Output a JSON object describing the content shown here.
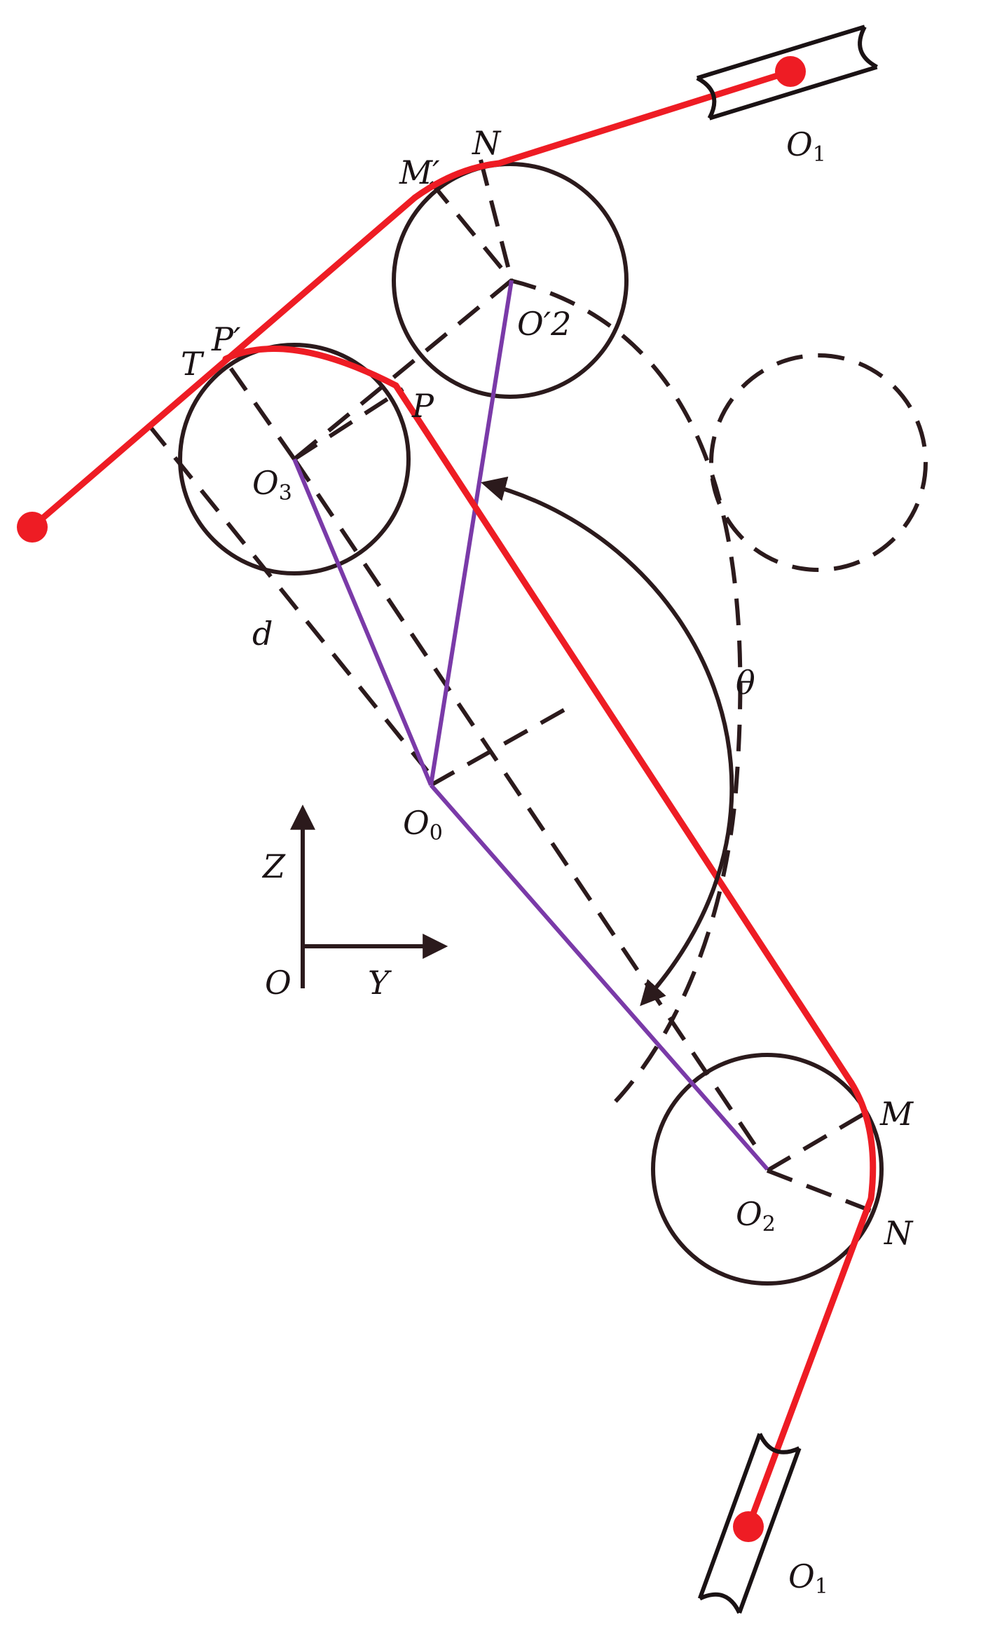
{
  "colors": {
    "ink": "#2b1a1c",
    "cable_red": "#ee1c24",
    "link_purple": "#7a3aa8",
    "background": "#ffffff"
  },
  "labels": {
    "O1_top": {
      "base": "O",
      "sub": "1"
    },
    "O1_bottom": {
      "base": "O",
      "sub": "1"
    },
    "N_top": {
      "base": "N",
      "sub": ""
    },
    "M_prime": {
      "base": "M′",
      "sub": ""
    },
    "O2_prime": {
      "base": "O′2",
      "sub": ""
    },
    "T": {
      "base": "T",
      "sub": ""
    },
    "P_prime": {
      "base": "P′",
      "sub": ""
    },
    "P": {
      "base": "P",
      "sub": ""
    },
    "O3": {
      "base": "O",
      "sub": "3"
    },
    "d": {
      "base": "d",
      "sub": ""
    },
    "theta": {
      "base": "θ",
      "sub": ""
    },
    "O0": {
      "base": "O",
      "sub": "0"
    },
    "Z": {
      "base": "Z",
      "sub": ""
    },
    "O": {
      "base": "O",
      "sub": ""
    },
    "Y": {
      "base": "Y",
      "sub": ""
    },
    "M": {
      "base": "M",
      "sub": ""
    },
    "O2": {
      "base": "O",
      "sub": "2"
    },
    "N_bottom": {
      "base": "N",
      "sub": ""
    }
  }
}
